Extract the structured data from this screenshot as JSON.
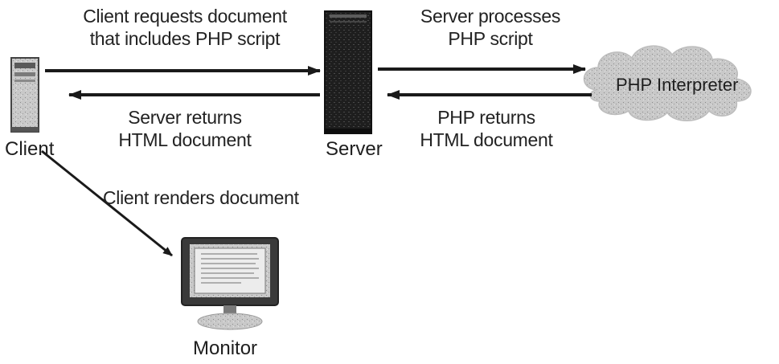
{
  "nodes": {
    "client": "Client",
    "server": "Server",
    "interpreter": "PHP Interpreter",
    "monitor": "Monitor"
  },
  "edges": {
    "client_request": [
      "Client requests document",
      "that includes PHP script"
    ],
    "server_returns": [
      "Server returns",
      "HTML document"
    ],
    "server_processes": [
      "Server processes",
      "PHP script"
    ],
    "php_returns": [
      "PHP returns",
      "HTML document"
    ],
    "client_renders": "Client renders document"
  }
}
